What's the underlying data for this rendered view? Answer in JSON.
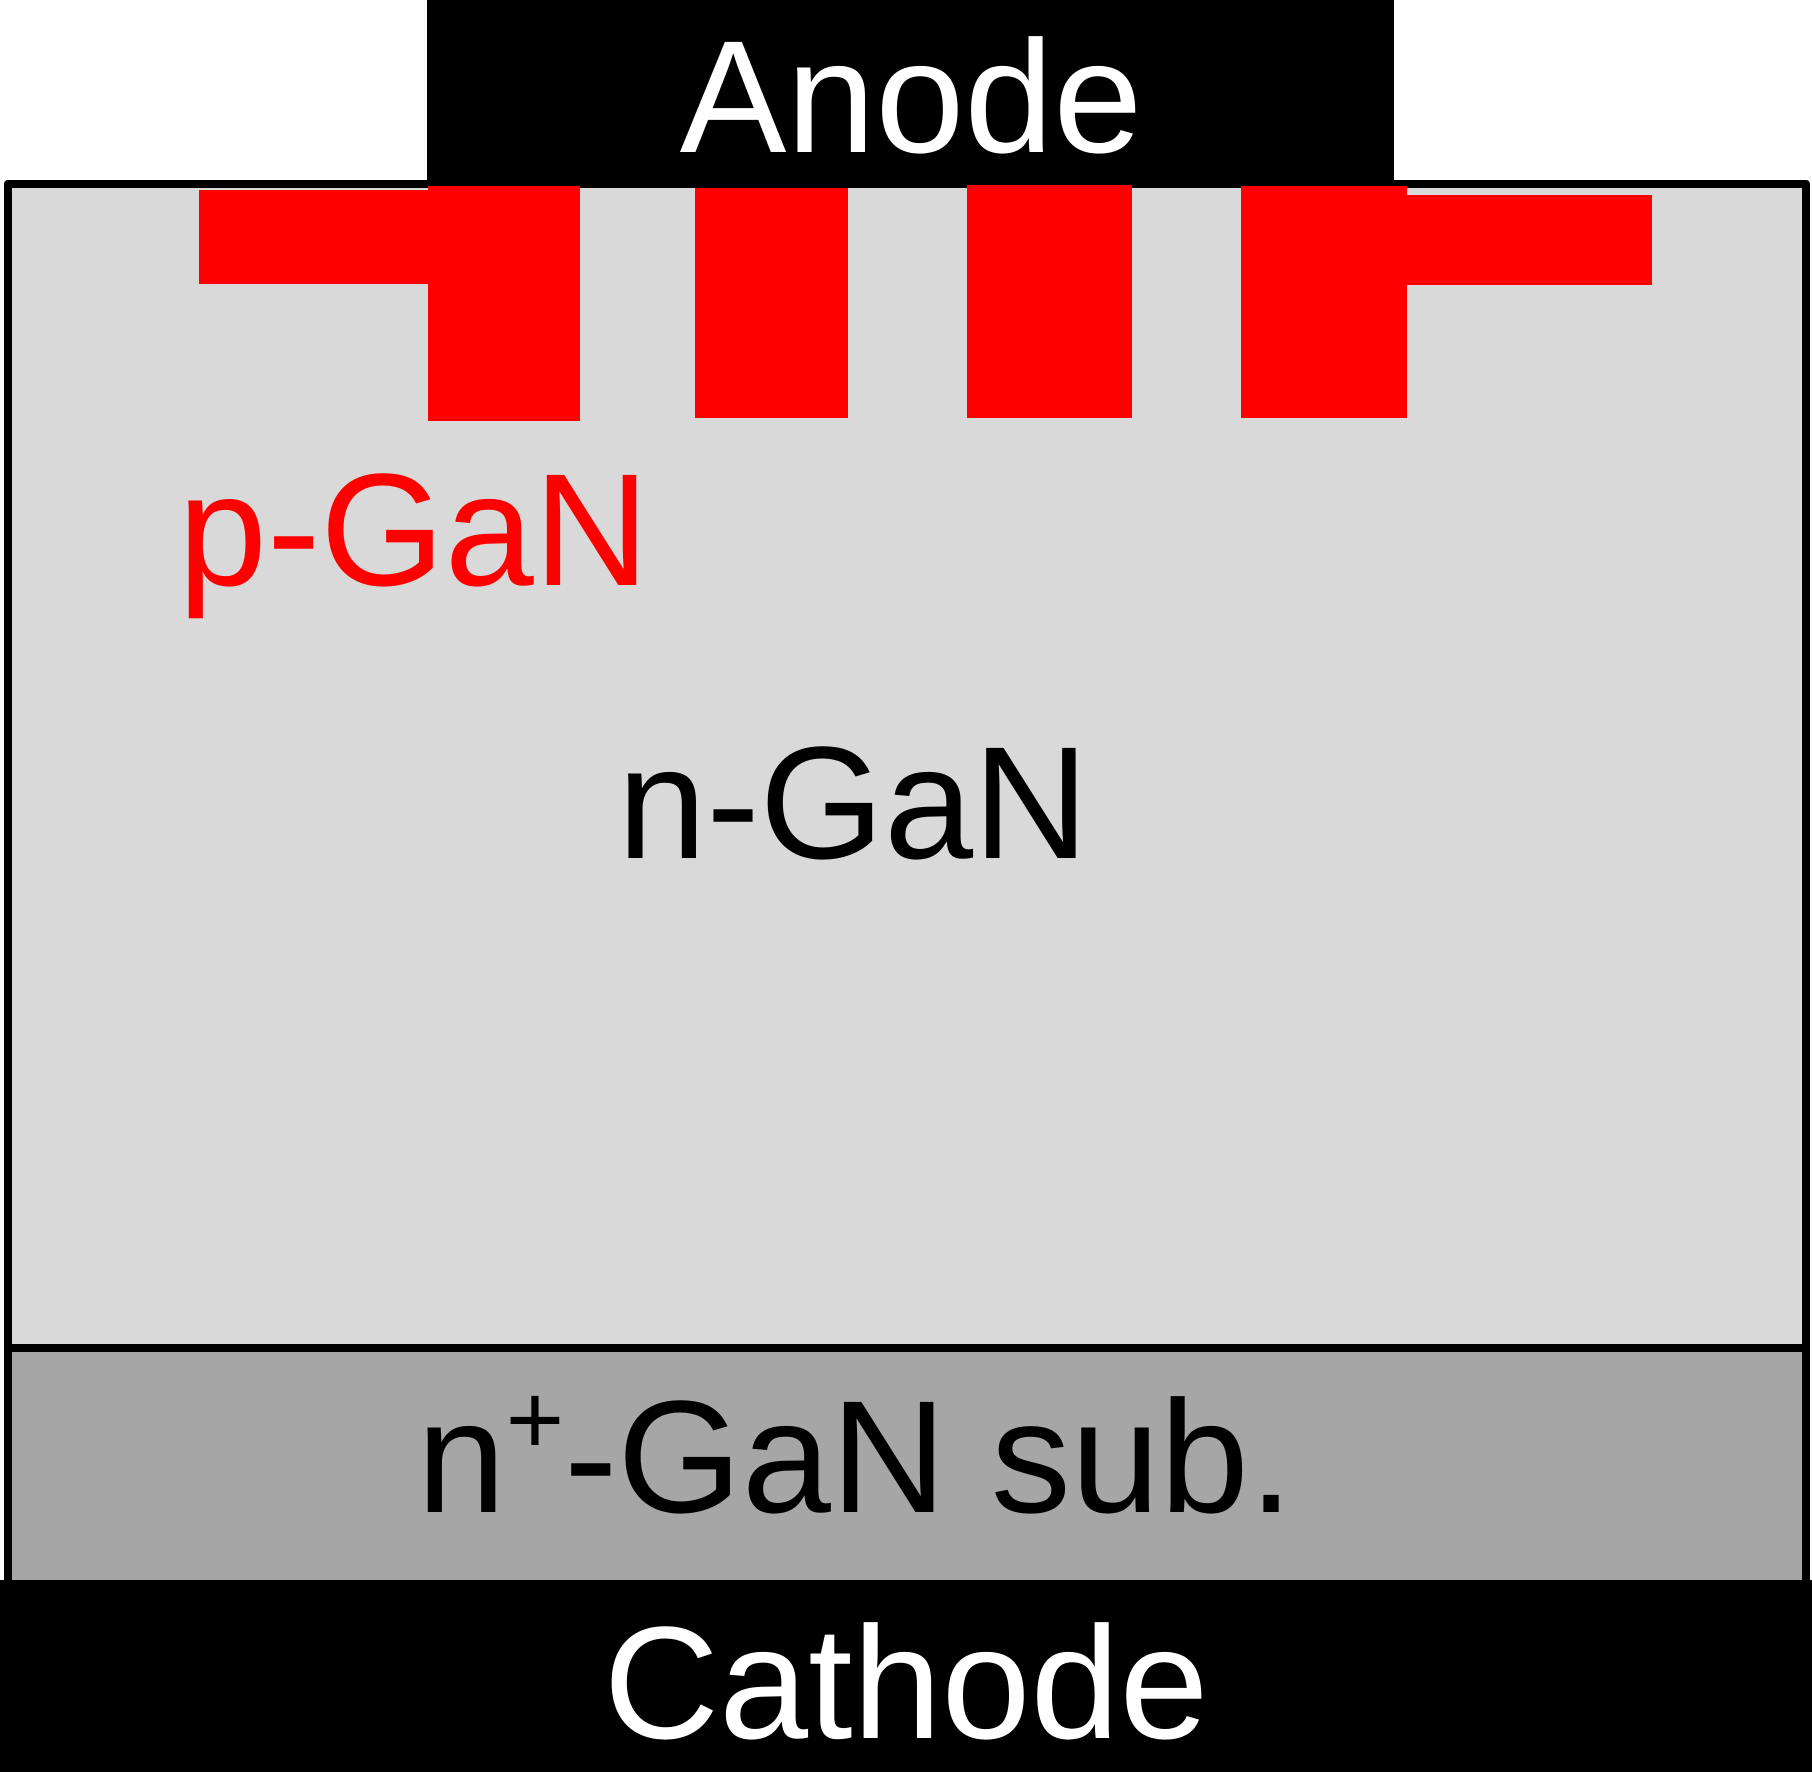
{
  "labels": {
    "anode": "Anode",
    "p_gan": "p-GaN",
    "n_gan": "n-GaN",
    "substrate_base": "n",
    "substrate_sup": "+",
    "substrate_rest": "-GaN sub.",
    "cathode": "Cathode"
  },
  "colors": {
    "drift_fill": "#d9d9d9",
    "substrate_fill": "#a6a6a6",
    "p_gan": "#ff0000",
    "contact_fill": "#000000",
    "contact_text": "#ffffff",
    "outline": "#000000",
    "layer_text": "#000000"
  }
}
